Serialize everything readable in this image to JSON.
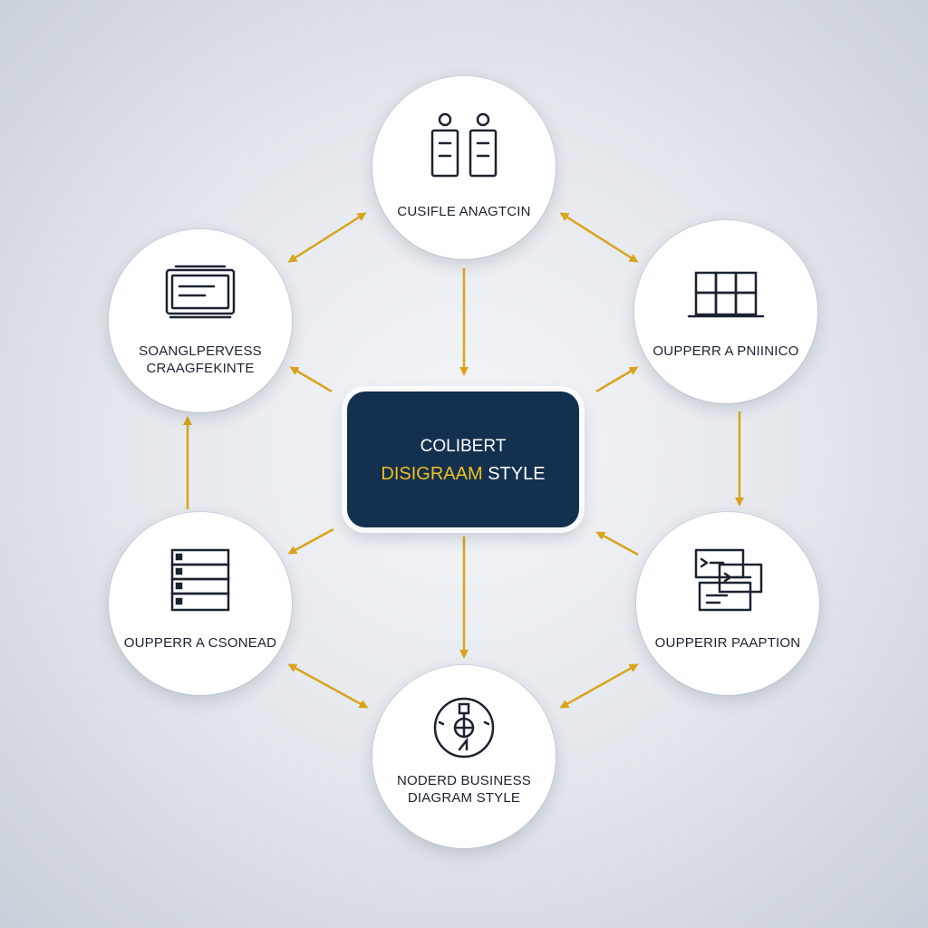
{
  "colors": {
    "arrow": "#d9a41c",
    "center_bg": "#14304f",
    "accent_text": "#f2c01e",
    "icon_stroke": "#1b2230"
  },
  "center": {
    "line1": "COLIBERT",
    "line2_highlight": "DISIGRAAM",
    "line2_rest": " STYLE"
  },
  "nodes": {
    "top": {
      "label": "CUSIFLE ANAGTCIN",
      "icon": "people-with-panels-icon"
    },
    "upper_left": {
      "label": "SOANGLPERVESS\nCRAAGFEKINTE",
      "icon": "monitor-window-icon"
    },
    "upper_right": {
      "label": "OUPPERR A PNIINICO",
      "icon": "building-blocks-icon"
    },
    "lower_left": {
      "label": "OUPPERR A CSONEAD",
      "icon": "server-stack-icon"
    },
    "lower_right": {
      "label": "OUPPERIR PAAPTION",
      "icon": "terminal-windows-icon"
    },
    "bottom": {
      "label": "NODERD BUSINESS\nDIAGRAM STYLE",
      "icon": "globe-circle-icon"
    }
  }
}
